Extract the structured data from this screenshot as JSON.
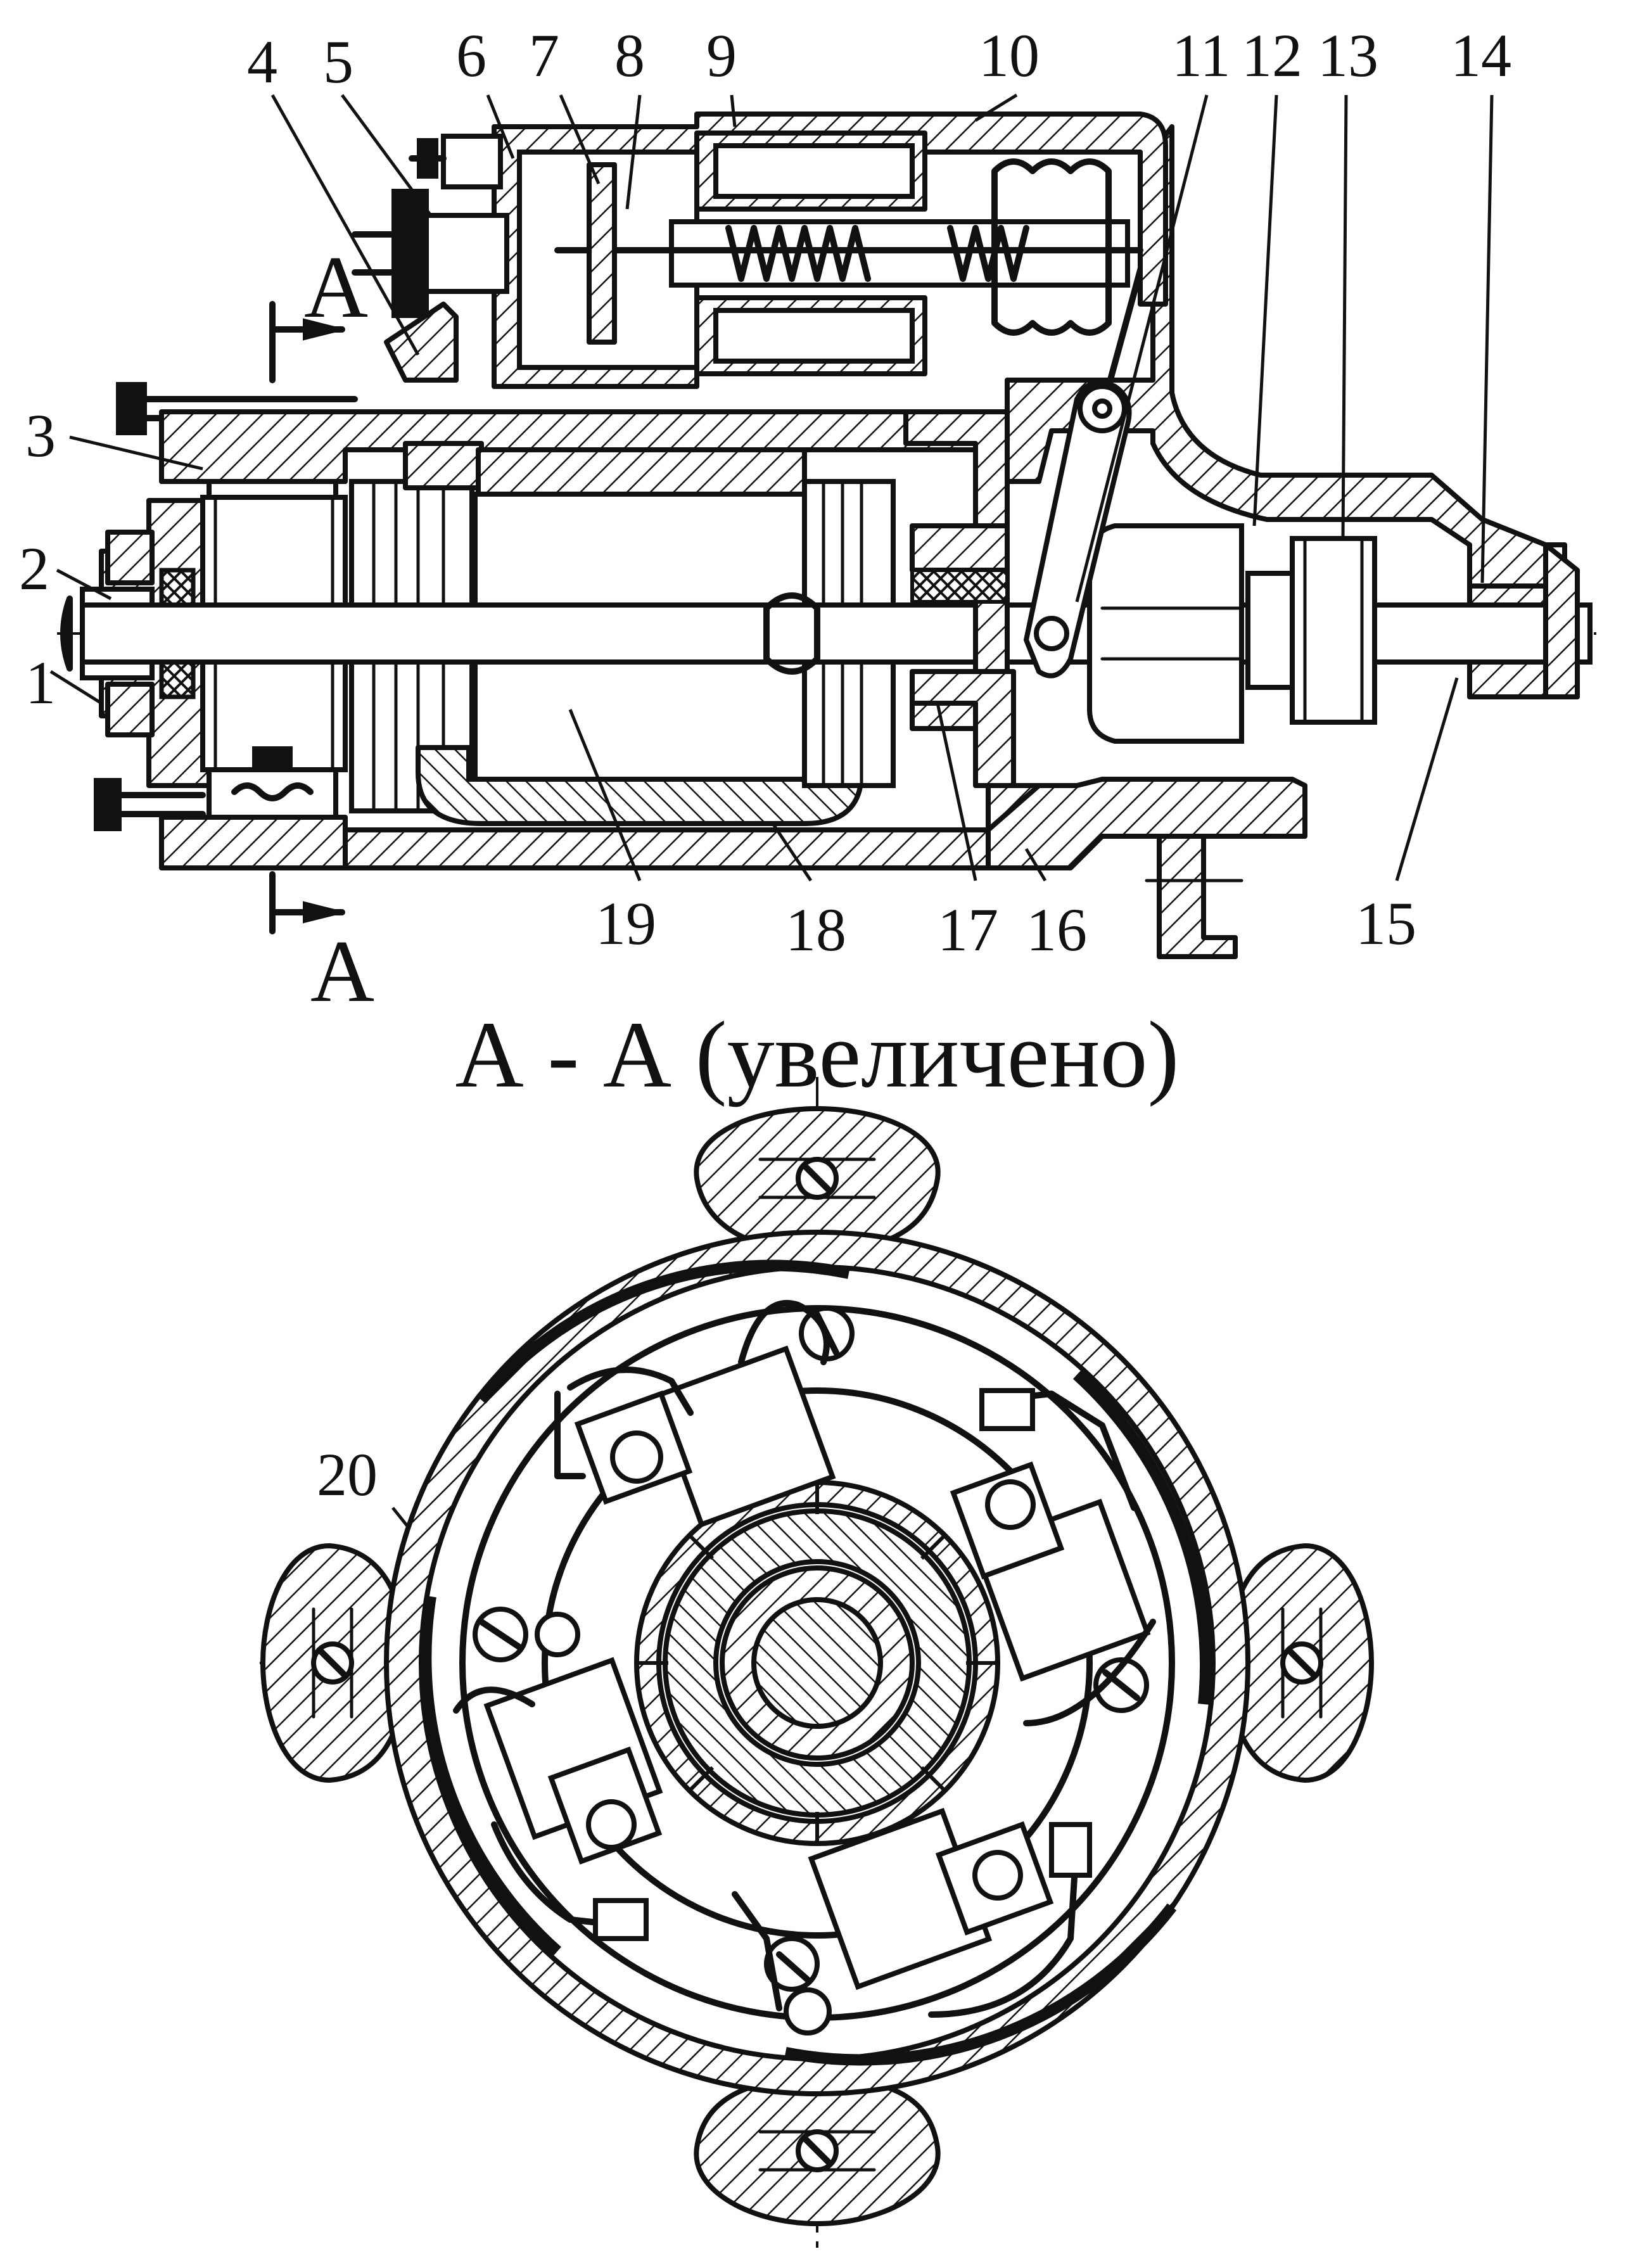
{
  "section_label_top": "А",
  "section_label_bottom": "А",
  "section_title": "А - А (увеличено)",
  "callouts": [
    "1",
    "2",
    "3",
    "4",
    "5",
    "6",
    "7",
    "8",
    "9",
    "10",
    "11",
    "12",
    "13",
    "14",
    "15",
    "16",
    "17",
    "18",
    "19",
    "20"
  ]
}
